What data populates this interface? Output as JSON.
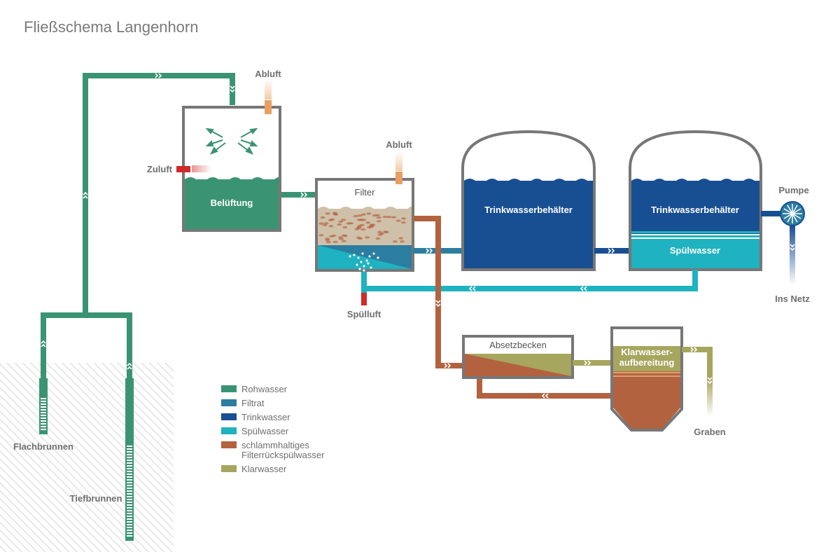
{
  "title": "Fließschema Langenhorn",
  "labels": {
    "abluft_1": "Abluft",
    "abluft_2": "Abluft",
    "zuluft": "Zuluft",
    "beluftung": "Belüftung",
    "filter": "Filter",
    "spulluft": "Spülluft",
    "trinkwasser_1": "Trinkwasserbehälter",
    "trinkwasser_2": "Trinkwasserbehälter",
    "spulwasser_tank": "Spülwasser",
    "pumpe": "Pumpe",
    "ins_netz": "Ins Netz",
    "absetzbecken": "Absetzbecken",
    "klarwasser_1": "Klarwasser-",
    "klarwasser_2": "aufbereitung",
    "graben": "Graben",
    "flachbrunnen": "Flachbrunnen",
    "tiefbrunnen": "Tiefbrunnen"
  },
  "legend": [
    {
      "label": "Rohwasser",
      "color": "#3a9474"
    },
    {
      "label": "Filtrat",
      "color": "#2b7ea0"
    },
    {
      "label": "Trinkwasser",
      "color": "#184f93"
    },
    {
      "label": "Spülwasser",
      "color": "#1fb2c0"
    },
    {
      "label": "schlammhaltiges",
      "label2": "Filterrückspülwasser",
      "color": "#b3623f"
    },
    {
      "label": "Klarwasser",
      "color": "#a6a65e"
    }
  ],
  "colors": {
    "rohwasser": "#3a9474",
    "filtrat": "#2b7ea0",
    "trinkwasser": "#184f93",
    "spulwasser": "#1fb2c0",
    "schlamm": "#b3623f",
    "klarwasser": "#a6a65e",
    "frame": "#777777"
  }
}
